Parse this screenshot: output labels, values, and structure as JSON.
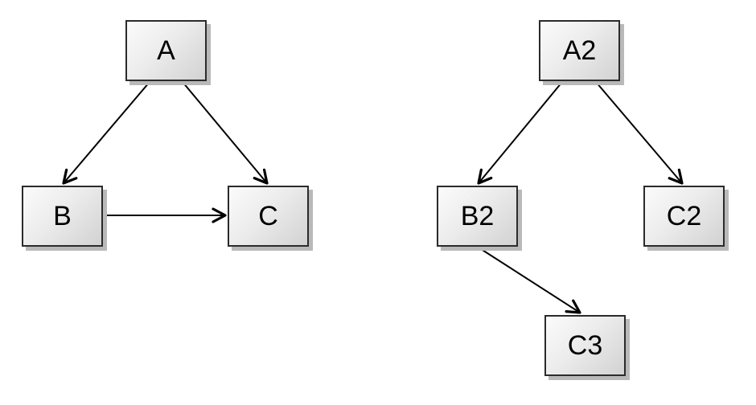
{
  "diagram": {
    "left_graph": {
      "nodes": [
        {
          "id": "A",
          "label": "A"
        },
        {
          "id": "B",
          "label": "B"
        },
        {
          "id": "C",
          "label": "C"
        }
      ],
      "edges": [
        {
          "from": "A",
          "to": "B"
        },
        {
          "from": "A",
          "to": "C"
        },
        {
          "from": "B",
          "to": "C"
        }
      ]
    },
    "right_graph": {
      "nodes": [
        {
          "id": "A2",
          "label": "A2"
        },
        {
          "id": "B2",
          "label": "B2"
        },
        {
          "id": "C2",
          "label": "C2"
        },
        {
          "id": "C3",
          "label": "C3"
        }
      ],
      "edges": [
        {
          "from": "A2",
          "to": "B2"
        },
        {
          "from": "A2",
          "to": "C2"
        },
        {
          "from": "B2",
          "to": "C3"
        }
      ]
    },
    "colors": {
      "node_fill_light": "#fbfbfb",
      "node_fill_dark": "#d2d2d2",
      "node_border": "#2b2b2b",
      "node_shadow": "#b9b9b9",
      "edge_stroke": "#000000",
      "background": "#ffffff"
    }
  }
}
